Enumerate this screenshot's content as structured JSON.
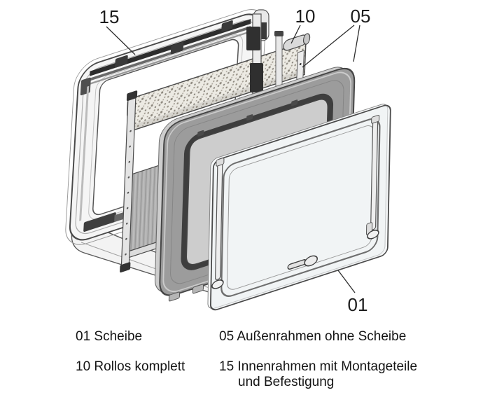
{
  "part_labels": {
    "inner_frame": "15",
    "blinds": "10",
    "outer_frame": "05",
    "pane": "01"
  },
  "legend": [
    {
      "num": "01",
      "label": "Scheibe"
    },
    {
      "num": "05",
      "label": "Außenrahmen ohne Scheibe"
    },
    {
      "num": "10",
      "label": "Rollos komplett"
    },
    {
      "num": "15",
      "label": "Innenrahmen mit Montageteile und Befestigung"
    }
  ],
  "colors": {
    "background": "#ffffff",
    "line_ink": "#2e2e2e",
    "inner_frame_fill": "#f5f5f5",
    "outer_frame_fill": "#9c9c9c",
    "seal": "#3e3e3e",
    "blind_fabric": "#b3b3b3",
    "speckle_band": "#eceae3",
    "glass": "#edf0f2"
  }
}
